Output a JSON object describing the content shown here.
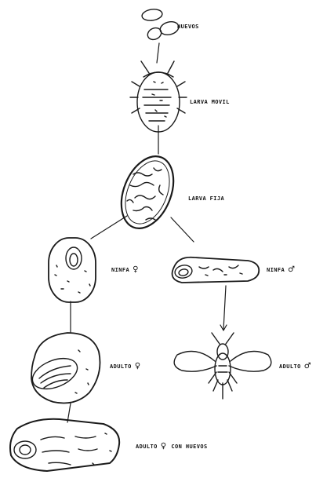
{
  "labels": {
    "huevos": "HUEVOS",
    "larva_movil": "LARVA MOVIL",
    "larva_fija": "LARVA FIJA",
    "ninfa_hembra": "NINFA",
    "ninfa_macho": "NINFA",
    "adulto_hembra": "ADULTO",
    "adulto_macho": "ADULTO",
    "adulto_huevos": "ADULTO",
    "con_huevos": "CON HUEVOS"
  },
  "symbols": {
    "female": "♀",
    "male": "♂"
  }
}
